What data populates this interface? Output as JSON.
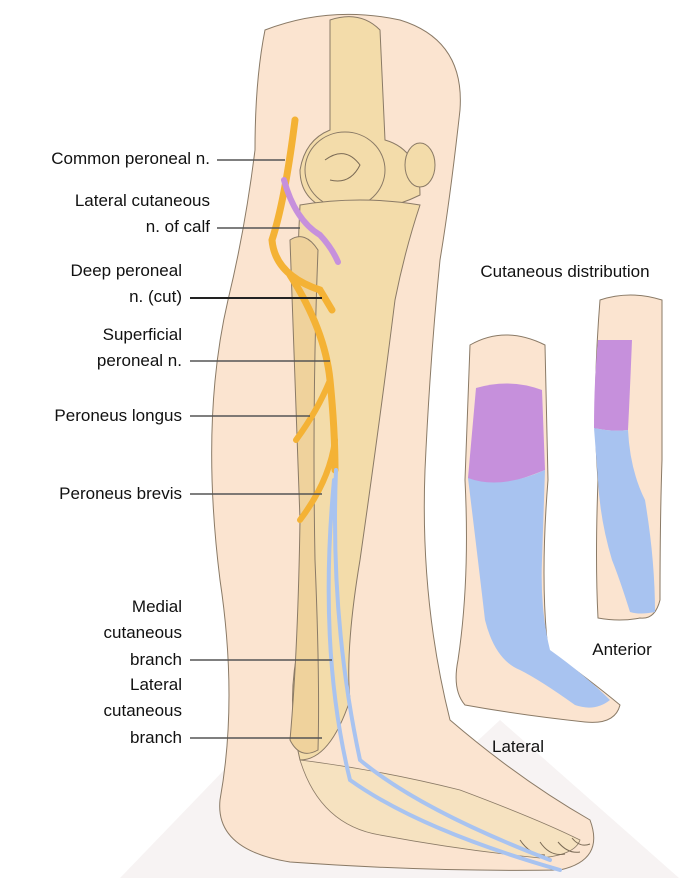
{
  "labels": {
    "common_peroneal": "Common peroneal n.",
    "lat_cut_calf_1": "Lateral cutaneous",
    "lat_cut_calf_2": "n. of calf",
    "deep_peroneal_1": "Deep peroneal",
    "deep_peroneal_2": "n. (cut)",
    "superficial_1": "Superficial",
    "superficial_2": "peroneal n.",
    "peroneus_longus": "Peroneus longus",
    "peroneus_brevis": "Peroneus brevis",
    "medial_cut_1": "Medial",
    "medial_cut_2": "cutaneous",
    "medial_cut_3": "branch",
    "lateral_cut_1": "Lateral",
    "lateral_cut_2": "cutaneous",
    "lateral_cut_3": "branch"
  },
  "inset": {
    "title": "Cutaneous distribution",
    "anterior": "Anterior",
    "lateral": "Lateral"
  },
  "colors": {
    "skin": "#fbe4d0",
    "bone": "#f3dcaa",
    "nerve": "#f4b235",
    "lateral_cutaneous": "#c690dc",
    "superficial_area": "#a8c3f0"
  }
}
